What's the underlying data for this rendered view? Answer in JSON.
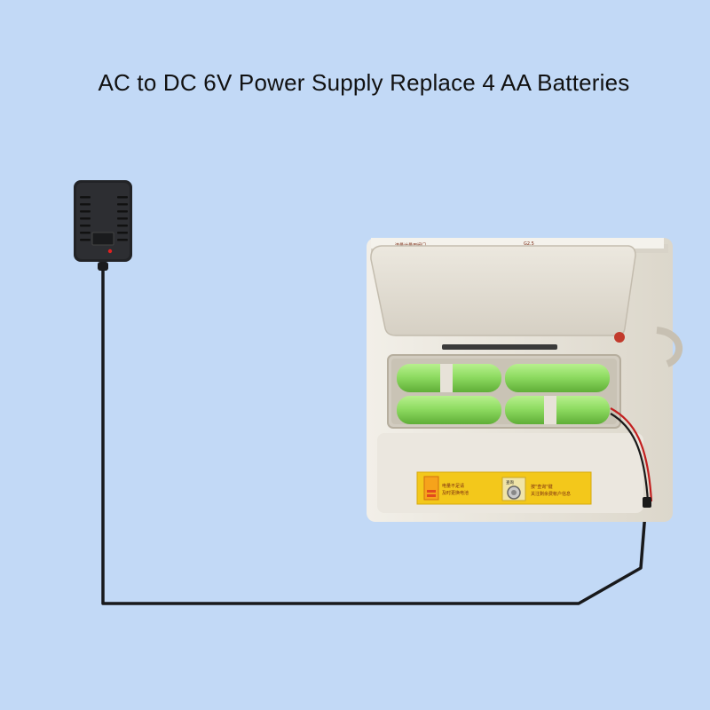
{
  "headline": "AC to DC 6V Power Supply Replace 4 AA Batteries",
  "label_panel": {
    "left_line1": "电量不足请",
    "left_line2": "及时更换电池",
    "key_label": "查询",
    "right_line1": "按\"查询\"键",
    "right_line2": "关注剩余费帐户信息"
  },
  "top_strip": {
    "left_text": "流量计量用阀门",
    "right_text": "G2.5"
  },
  "colors": {
    "background": "#c2d9f6",
    "battery_green": "#8fdc62",
    "adapter_black": "#222326",
    "meter_body": "#e9e5dc",
    "label_yellow": "#f3c81b",
    "wire_red": "#c21f1f"
  }
}
